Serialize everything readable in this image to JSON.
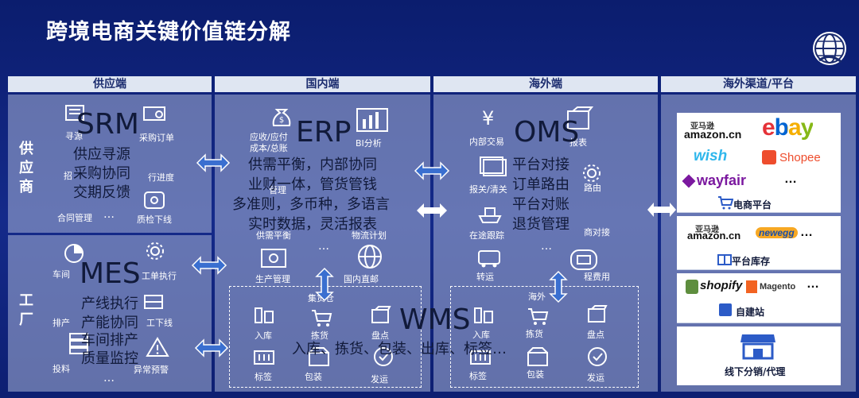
{
  "title": "跨境电商关键价值链分解",
  "columns": [
    "供应端",
    "国内端",
    "海外端",
    "海外渠道/平台"
  ],
  "side_labels": {
    "supplier": "供\n应\n商",
    "factory": "工\n厂"
  },
  "srm": {
    "name": "SRM",
    "lines": [
      "供应寻源",
      "采购协同",
      "交期反馈"
    ],
    "icon_labels": [
      "寻源",
      "采购订单",
      "招",
      "行进度",
      "合同管理",
      "质检下线",
      "…"
    ]
  },
  "mes": {
    "name": "MES",
    "lines": [
      "产线执行",
      "产能协同",
      "车间排产",
      "质量监控"
    ],
    "icon_labels": [
      "车间",
      "工单执行",
      "排产",
      "工下线",
      "投料",
      "异常预警",
      "…"
    ]
  },
  "erp": {
    "name": "ERP",
    "lines": [
      "供需平衡，内部协同",
      "业财一体，管货管钱",
      "多准则，多币种，多语言",
      "实时数据，灵活报表"
    ],
    "icon_labels": [
      "应收/应付",
      "成本/总账",
      "BI分析",
      "管理",
      "供需平衡",
      "物流计划",
      "生产管理",
      "国内直邮",
      "…"
    ]
  },
  "oms": {
    "name": "OMS",
    "lines": [
      "平台对接",
      "订单路由",
      "平台对账",
      "退货管理"
    ],
    "icon_labels": [
      "内部交易",
      "报表",
      "报关/清关",
      "路由",
      "在途跟踪",
      "商对接",
      "转运",
      "程费用",
      "…"
    ]
  },
  "wms": {
    "name": "WMS",
    "line": "入库、拣货、包装、出库、标签…",
    "domestic_label": "集货仓",
    "overseas_label": "海外",
    "icon_labels": [
      "入库",
      "拣货",
      "盘点",
      "标签",
      "包装",
      "发运"
    ]
  },
  "channels": {
    "ecommerce": {
      "caption": "电商平台",
      "brands": [
        "亚马逊",
        "amazon.cn",
        "ebay",
        "wish",
        "Shopee",
        "wayfair",
        "…"
      ]
    },
    "inventory": {
      "caption": "平台库存",
      "brands": [
        "亚马逊",
        "amazon.cn",
        "newegg",
        "…"
      ]
    },
    "self_built": {
      "caption": "自建站",
      "brands": [
        "shopify",
        "Magento",
        "…"
      ]
    },
    "offline": {
      "caption": "线下分销/代理"
    }
  },
  "colors": {
    "background": "#0b1d6e",
    "header_bg": "#dfe6f2",
    "header_text": "#1a2b6e",
    "panel": "#aab4d7",
    "arrow": "#3a6fd0",
    "ebay_e": "#e53238",
    "ebay_b": "#0064d2",
    "ebay_a": "#f5af02",
    "ebay_y": "#86b817",
    "wish": "#2fb7ec",
    "shopee": "#ee4d2d",
    "wayfair": "#7b189f",
    "shopify": "#5e8e3e",
    "magento": "#f26322"
  }
}
